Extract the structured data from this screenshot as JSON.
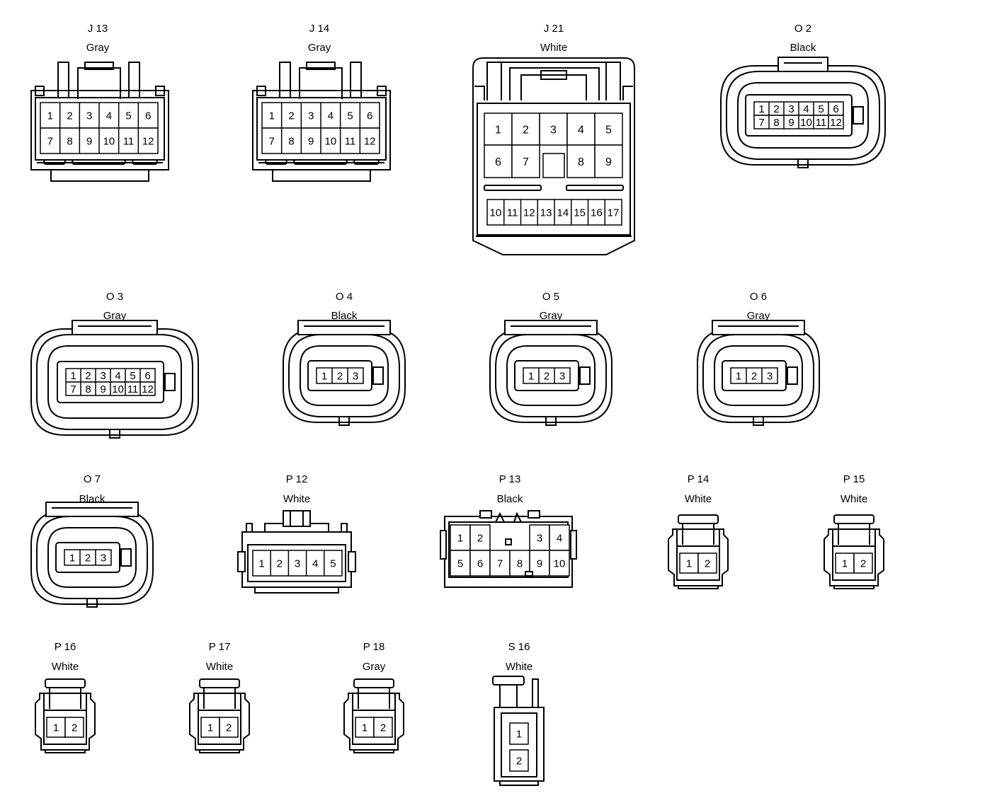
{
  "connectors": [
    {
      "id": "J13",
      "code": "J 13",
      "color": "Gray",
      "pins": [
        [
          "1",
          "2",
          "3",
          "4",
          "5",
          "6"
        ],
        [
          "7",
          "8",
          "9",
          "10",
          "11",
          "12"
        ]
      ]
    },
    {
      "id": "J14",
      "code": "J 14",
      "color": "Gray",
      "pins": [
        [
          "1",
          "2",
          "3",
          "4",
          "5",
          "6"
        ],
        [
          "7",
          "8",
          "9",
          "10",
          "11",
          "12"
        ]
      ]
    },
    {
      "id": "J21",
      "code": "J 21",
      "color": "White",
      "pins": [
        [
          "1",
          "2",
          "3",
          "4",
          "5"
        ],
        [
          "6",
          "7",
          "8",
          "9"
        ],
        [
          "10",
          "11",
          "12",
          "13",
          "14",
          "15",
          "16",
          "17"
        ]
      ]
    },
    {
      "id": "O2",
      "code": "O 2",
      "color": "Black",
      "pins": [
        [
          "1",
          "2",
          "3",
          "4",
          "5",
          "6"
        ],
        [
          "7",
          "8",
          "9",
          "10",
          "11",
          "12"
        ]
      ]
    },
    {
      "id": "O3",
      "code": "O 3",
      "color": "Gray",
      "pins": [
        [
          "1",
          "2",
          "3",
          "4",
          "5",
          "6"
        ],
        [
          "7",
          "8",
          "9",
          "10",
          "11",
          "12"
        ]
      ]
    },
    {
      "id": "O4",
      "code": "O 4",
      "color": "Black",
      "pins": [
        [
          "1",
          "2",
          "3"
        ]
      ]
    },
    {
      "id": "O5",
      "code": "O 5",
      "color": "Gray",
      "pins": [
        [
          "1",
          "2",
          "3"
        ]
      ]
    },
    {
      "id": "O6",
      "code": "O 6",
      "color": "Gray",
      "pins": [
        [
          "1",
          "2",
          "3"
        ]
      ]
    },
    {
      "id": "O7",
      "code": "O 7",
      "color": "Black",
      "pins": [
        [
          "1",
          "2",
          "3"
        ]
      ]
    },
    {
      "id": "P12",
      "code": "P 12",
      "color": "White",
      "pins": [
        [
          "1",
          "2",
          "3",
          "4",
          "5"
        ]
      ]
    },
    {
      "id": "P13",
      "code": "P 13",
      "color": "Black",
      "pins": [
        [
          "1",
          "2",
          "3",
          "4"
        ],
        [
          "5",
          "6",
          "7",
          "8",
          "9",
          "10"
        ]
      ]
    },
    {
      "id": "P14",
      "code": "P 14",
      "color": "White",
      "pins": [
        [
          "1",
          "2"
        ]
      ]
    },
    {
      "id": "P15",
      "code": "P 15",
      "color": "White",
      "pins": [
        [
          "1",
          "2"
        ]
      ]
    },
    {
      "id": "P16",
      "code": "P 16",
      "color": "White",
      "pins": [
        [
          "1",
          "2"
        ]
      ]
    },
    {
      "id": "P17",
      "code": "P 17",
      "color": "White",
      "pins": [
        [
          "1",
          "2"
        ]
      ]
    },
    {
      "id": "P18",
      "code": "P 18",
      "color": "Gray",
      "pins": [
        [
          "1",
          "2"
        ]
      ]
    },
    {
      "id": "S16",
      "code": "S 16",
      "color": "White",
      "pins": [
        [
          "1"
        ],
        [
          "2"
        ]
      ]
    }
  ]
}
